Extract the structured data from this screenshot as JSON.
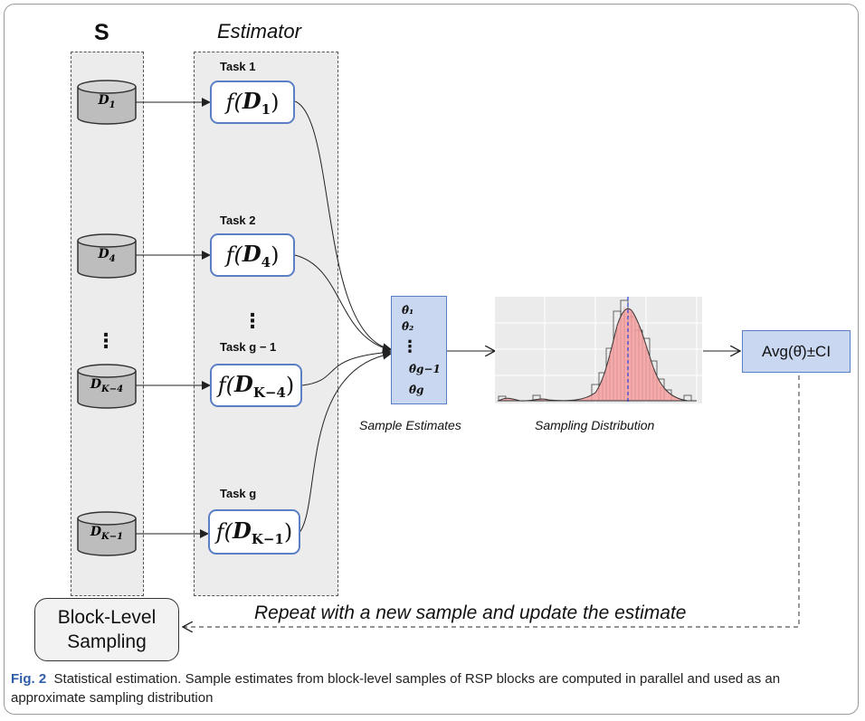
{
  "headers": {
    "s": "S",
    "estimator": "Estimator"
  },
  "blocks": [
    {
      "main": "D",
      "sub": "1"
    },
    {
      "main": "D",
      "sub": "4"
    },
    {
      "main": "D",
      "sub": "K−4"
    },
    {
      "main": "D",
      "sub": "K−1"
    }
  ],
  "tasks": [
    {
      "label": "Task 1",
      "func": "f(",
      "arg": "D",
      "sub": "1",
      "close": " )"
    },
    {
      "label": "Task 2",
      "func": "f(",
      "arg": "D",
      "sub": "4",
      "close": " )"
    },
    {
      "label": "Task g − 1",
      "func": "f(",
      "arg": "D",
      "sub": "K−4",
      "close": ")"
    },
    {
      "label": "Task g",
      "func": "f(",
      "arg": "D",
      "sub": "K−1",
      "close": ")"
    }
  ],
  "dots": "⋮",
  "estimates": [
    "θ̂₁",
    "θ̂₂",
    "θ̂g−1",
    "θ̂g"
  ],
  "labels": {
    "sample_estimates": "Sample Estimates",
    "sampling_distribution": "Sampling Distribution"
  },
  "avg_ci": "Avg(θ̂)±CI",
  "block_sampling": [
    "Block-Level",
    "Sampling"
  ],
  "repeat_text": "Repeat with a new sample and update the estimate",
  "caption": {
    "label": "Fig. 2",
    "text": "Statistical estimation. Sample estimates from block-level samples of RSP blocks are computed in parallel and used as an approximate sampling distribution"
  },
  "colors": {
    "panel": "#ececec",
    "box_border": "#5b7fc4",
    "box_fill": "#c9d7f0",
    "density_fill": "#f4a0a0",
    "mean_line": "#2a3fd8",
    "caption_label": "#2f5da8"
  }
}
